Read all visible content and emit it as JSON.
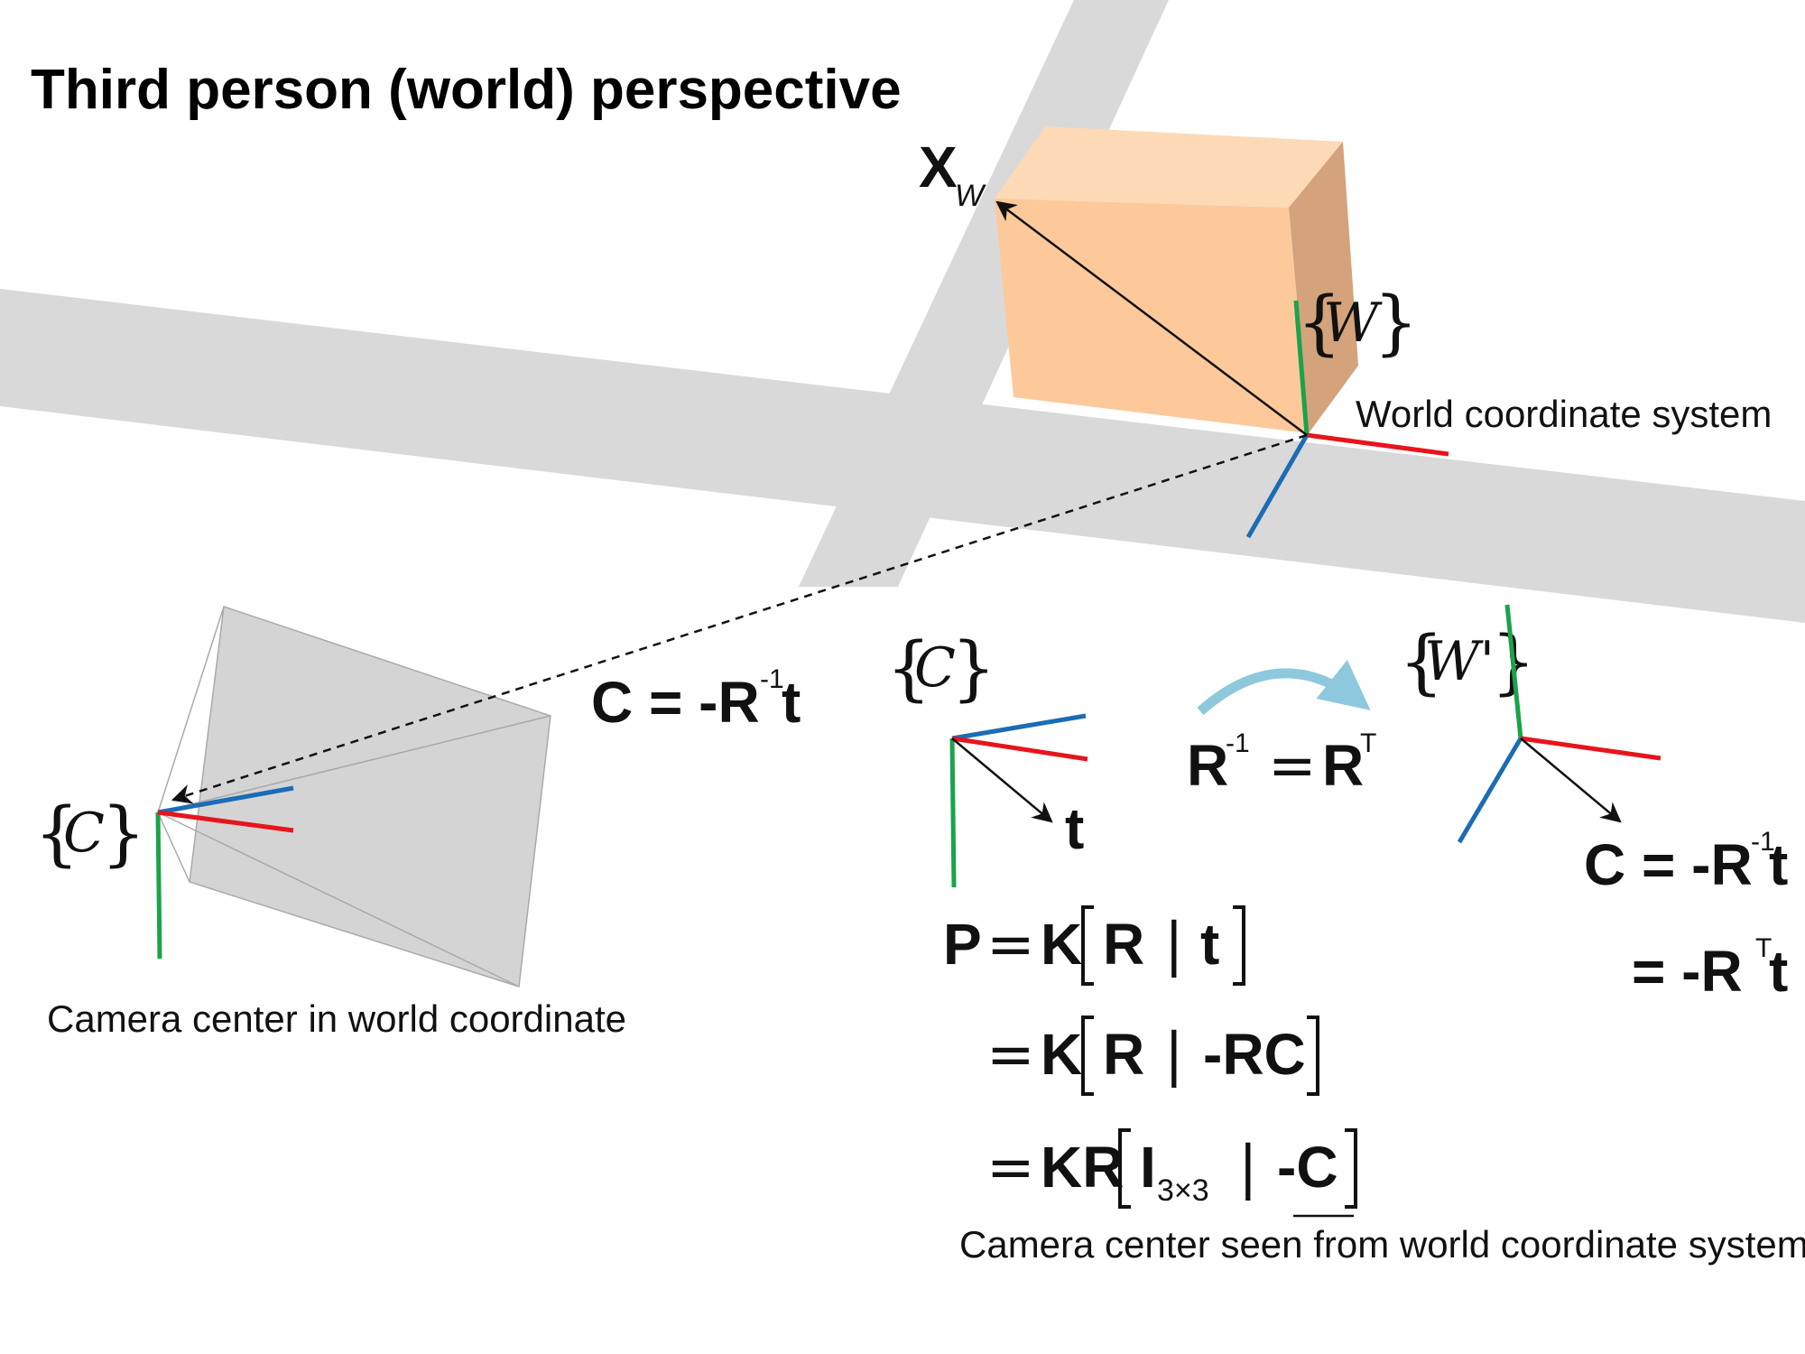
{
  "title": "Third person (world) perspective",
  "labels": {
    "xw_main": "X",
    "xw_sub": "W",
    "world_frame": "W",
    "world_caption": "World coordinate system",
    "camera_frame": "C",
    "camera_caption": "Camera center in world coordinate",
    "camera_frame_2": "C",
    "world_frame_prime": "W'",
    "t_label": "t",
    "bottom_caption": "Camera center seen from world coordinate system"
  },
  "equations": {
    "c_eq_main": "C = -R",
    "c_eq_sup": "-1",
    "c_eq_tail": "t",
    "rinv_lhs": "R",
    "rinv_sup": "-1",
    "rinv_eq": "=",
    "rinv_rhs": "R",
    "rinv_rhs_sup": "T",
    "right_c_main": "C = -R",
    "right_c_sup": "-1",
    "right_c_tail": "t",
    "right_rt_main": "= -R",
    "right_rt_sup": "T",
    "right_rt_tail": "t",
    "p_lhs": "P",
    "p_eq": "=",
    "p_k": "K",
    "p_r": "R",
    "p_bar": "|",
    "p_t": "t",
    "line2_eq": "=",
    "line2_k": "K",
    "line2_r": "R",
    "line2_bar": "|",
    "line2_rc": "-RC",
    "line3_eq": "=",
    "line3_kr": "KR",
    "line3_i": "I",
    "line3_sub": "3×3",
    "line3_bar": "|",
    "line3_c": "-C"
  },
  "colors": {
    "road": "#d9d9d9",
    "box_front": "#fdc99b",
    "box_top": "#fdd9b6",
    "box_side": "#d4a27b",
    "axis_x": "#e8141c",
    "axis_y": "#1aa34a",
    "axis_z": "#1b6cb5",
    "frustum": "#d4d4d4",
    "rotation_arrow": "#8ec8dc"
  }
}
